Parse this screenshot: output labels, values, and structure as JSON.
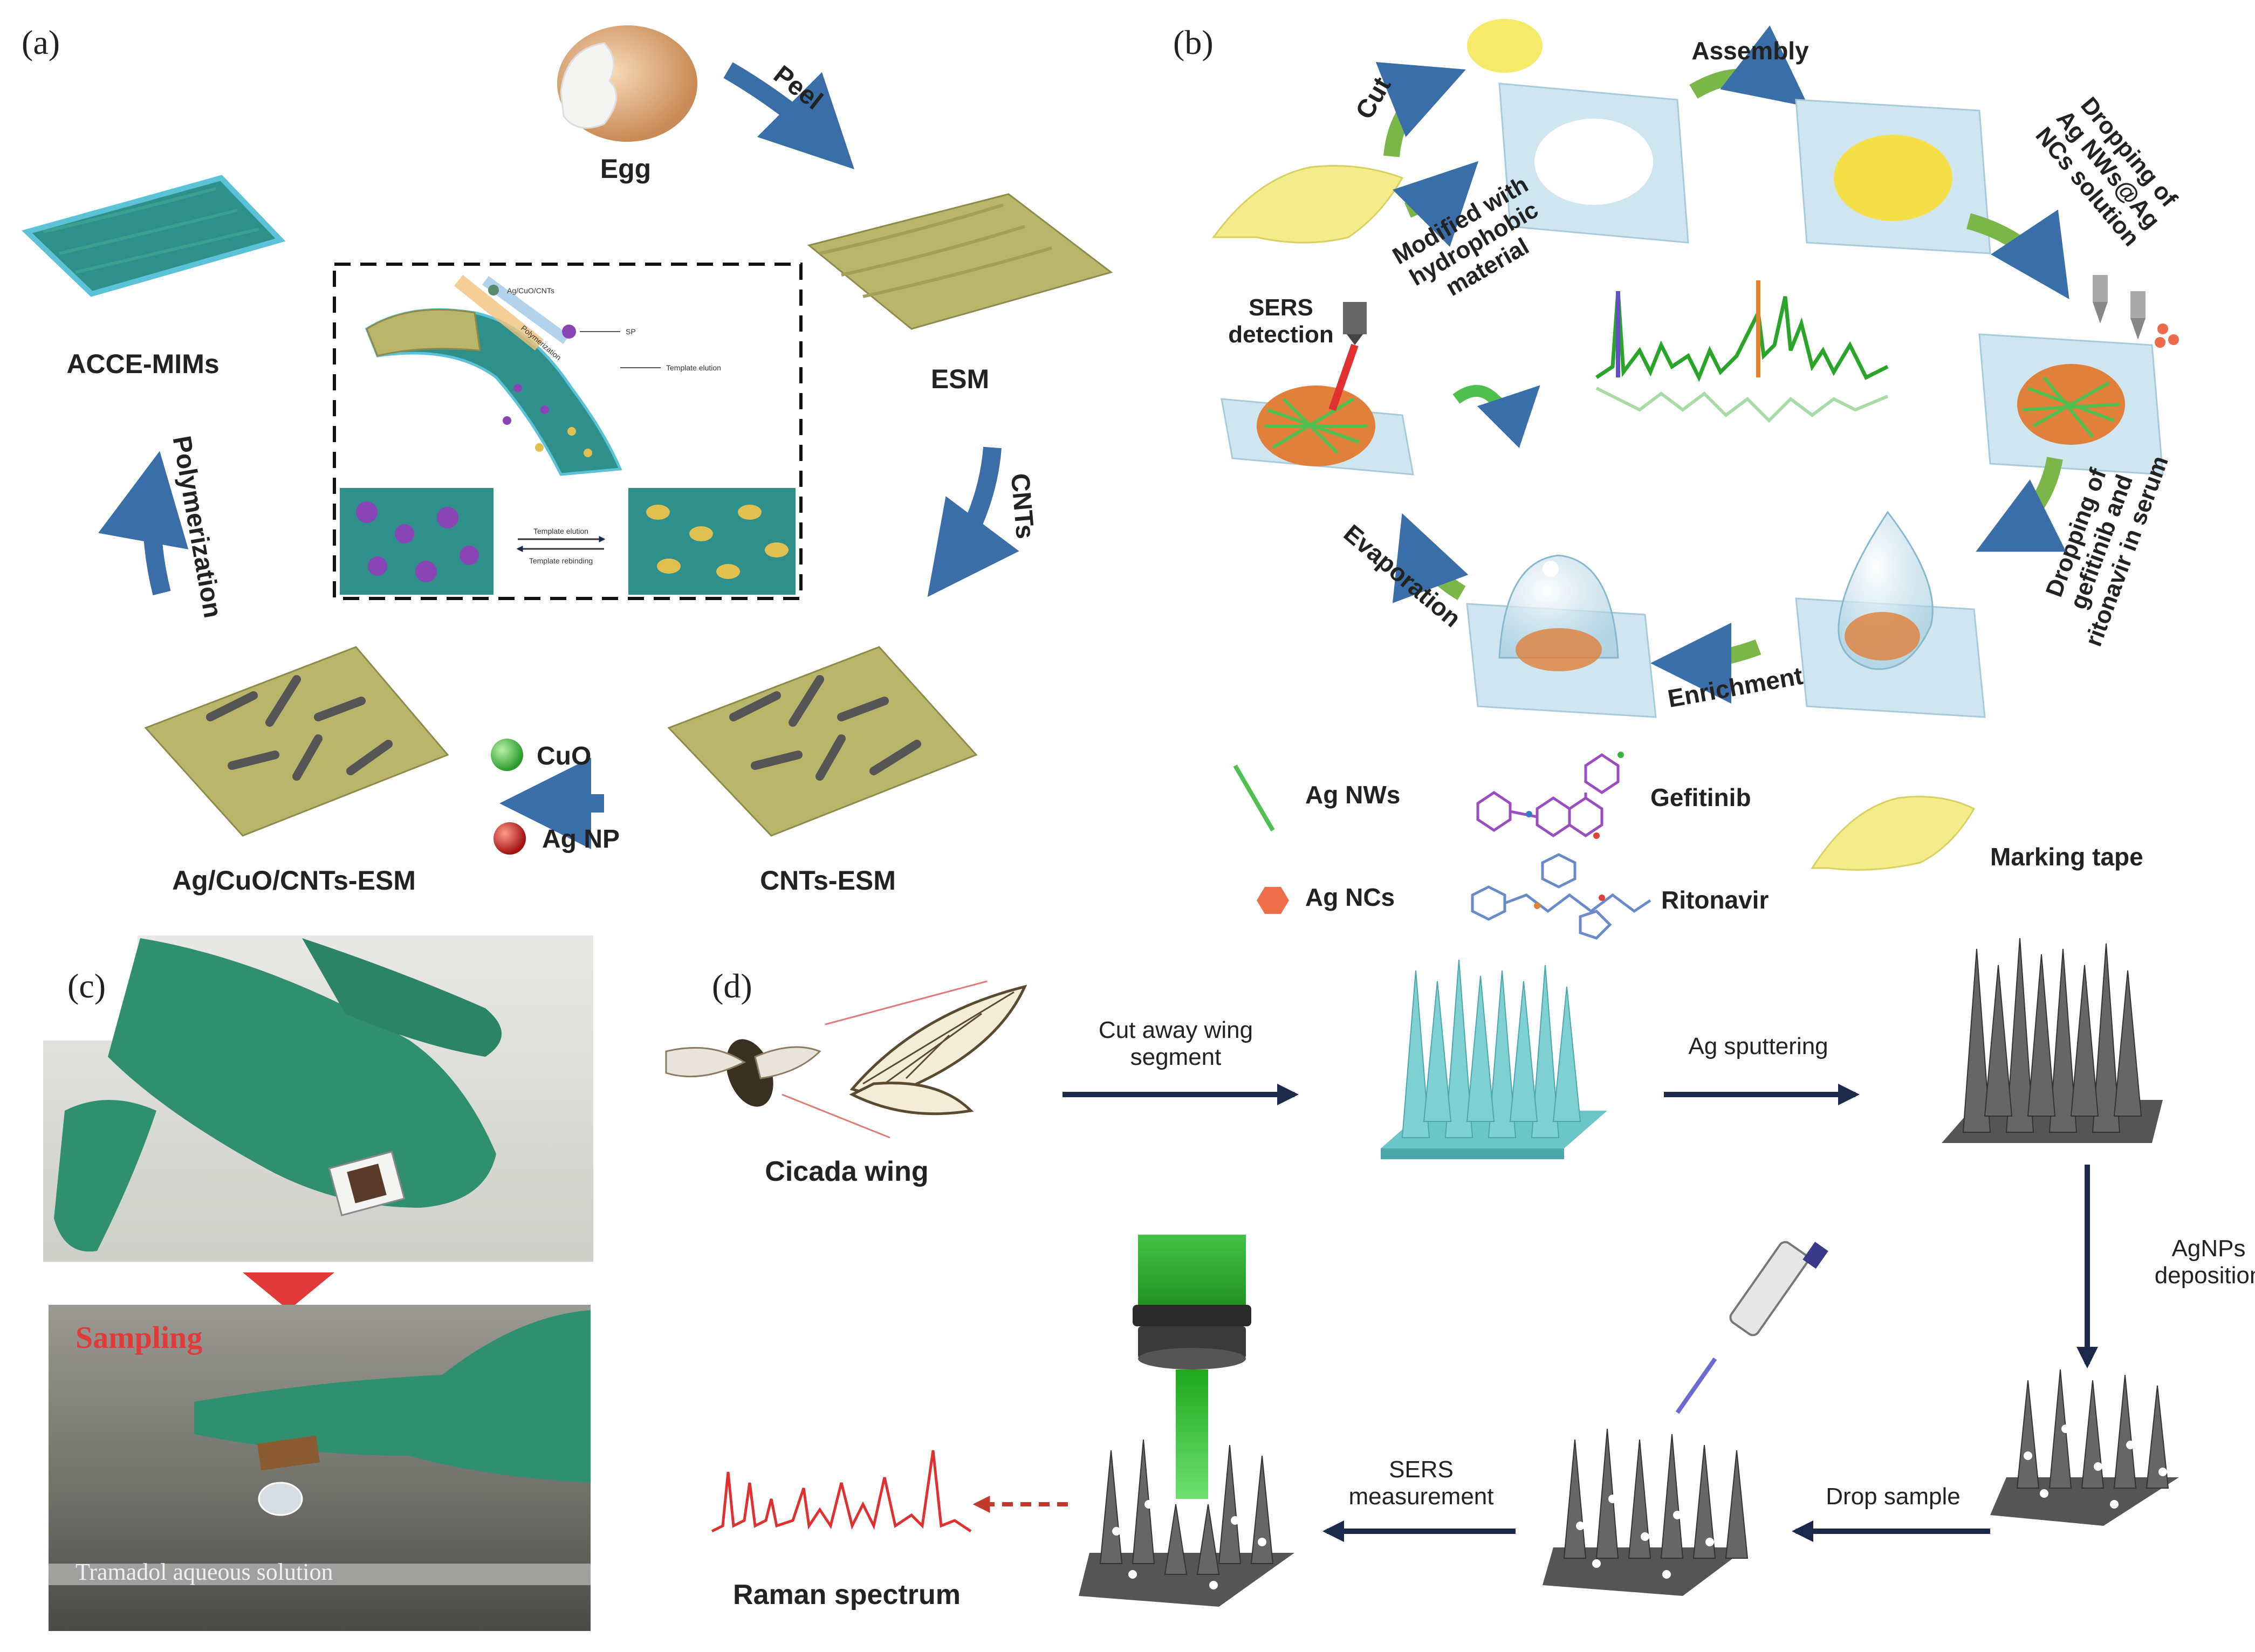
{
  "panels": {
    "a": {
      "letter": "(a)",
      "labels": {
        "egg": "Egg",
        "peel": "Peel",
        "esm": "ESM",
        "cnts": "CNTs",
        "cnts_esm": "CNTs-ESM",
        "cuo": "CuO",
        "ag_np": "Ag NP",
        "ag_cuo_cnts_esm": "Ag/CuO/CNTs-ESM",
        "polymerization": "Polymerization",
        "acce_mims": "ACCE-MIMs"
      },
      "inset": {
        "legend_agcuocnts": "Ag/CuO/CNTs",
        "legend_sp": "SP",
        "template_elution": "Template elution",
        "polymerization": "Polymerization",
        "template_elution_2": "Template elution",
        "template_rebinding": "Template rebinding"
      }
    },
    "b": {
      "letter": "(b)",
      "labels": {
        "cut": "Cut",
        "assembly": "Assembly",
        "modified": [
          "Modified with",
          "hydrophobic",
          "material"
        ],
        "dropping_ag": [
          "Dropping of",
          "Ag NWs@Ag",
          "NCs solution"
        ],
        "sers_detection": [
          "SERS",
          "detection"
        ],
        "dropping_gef": [
          "Dropping of",
          "gefitinib and",
          "ritonavir in serum"
        ],
        "evaporation": "Evaporation",
        "enrichment": "Enrichment"
      },
      "legend": {
        "ag_nws": "Ag NWs",
        "ag_ncs": "Ag NCs",
        "gefitinib": "Gefitinib",
        "ritonavir": "Ritonavir",
        "marking_tape": "Marking tape"
      }
    },
    "c": {
      "letter": "(c)",
      "sampling": "Sampling",
      "solution": "Tramadol aqueous solution"
    },
    "d": {
      "letter": "(d)",
      "labels": {
        "cicada_wing": "Cicada wing",
        "cut_away": [
          "Cut away wing",
          "segment"
        ],
        "ag_sputtering": "Ag sputtering",
        "agnps_deposition": [
          "AgNPs",
          "deposition"
        ],
        "drop_sample": "Drop sample",
        "sers_measurement": [
          "SERS",
          "measurement"
        ],
        "raman_spectrum": "Raman spectrum"
      }
    }
  },
  "colors": {
    "blue_arrow": "#3a6ea8",
    "green_arrow": "#7ab648",
    "tan_membrane": "#b9b56a",
    "teal_membrane": "#2f8f8a",
    "glove_green": "#2f8f6e",
    "light_blue": "#cfe6f0",
    "yellow_tape": "#f2ec8a",
    "dark_spike": "#555555",
    "cyan_spike": "#6cc6c8",
    "laser_green": "#33c233",
    "raman_red": "#e03030",
    "cuo_green": "#35b034",
    "ag_red": "#c8201f"
  }
}
